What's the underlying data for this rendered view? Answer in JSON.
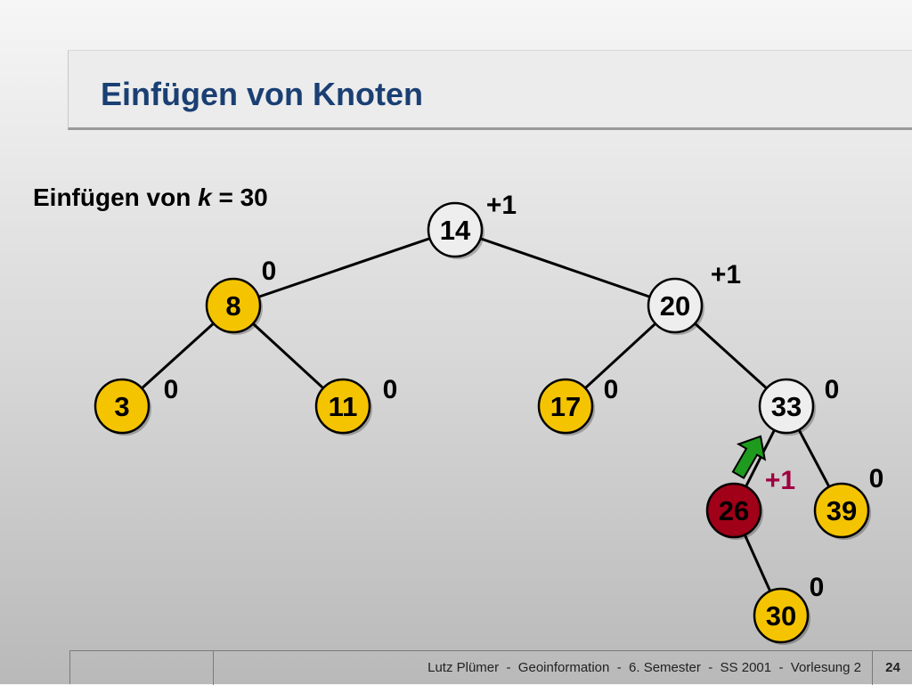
{
  "slide": {
    "title": "Einfügen von Knoten",
    "subtitle_prefix": "Einfügen von ",
    "subtitle_var": "k",
    "subtitle_suffix": " = 30"
  },
  "colors": {
    "title": "#1a3f73",
    "node_yellow": "#f5c400",
    "node_white": "#eeeeee",
    "node_red": "#a00018",
    "balance_black": "#000000",
    "balance_red": "#a00040",
    "arrow_green": "#1e9a1e"
  },
  "tree": {
    "nodes": [
      {
        "id": "n14",
        "label": "14",
        "balance": "+1",
        "style": "white"
      },
      {
        "id": "n8",
        "label": "8",
        "balance": "0",
        "style": "yellow"
      },
      {
        "id": "n20",
        "label": "20",
        "balance": "+1",
        "style": "white"
      },
      {
        "id": "n3",
        "label": "3",
        "balance": "0",
        "style": "yellow"
      },
      {
        "id": "n11",
        "label": "11",
        "balance": "0",
        "style": "yellow"
      },
      {
        "id": "n17",
        "label": "17",
        "balance": "0",
        "style": "yellow"
      },
      {
        "id": "n33",
        "label": "33",
        "balance": "0",
        "style": "white"
      },
      {
        "id": "n26",
        "label": "26",
        "balance": "+1",
        "style": "red"
      },
      {
        "id": "n39",
        "label": "39",
        "balance": "0",
        "style": "yellow"
      },
      {
        "id": "n30",
        "label": "30",
        "balance": "0",
        "style": "yellow"
      }
    ],
    "edges": [
      [
        "n14",
        "n8"
      ],
      [
        "n14",
        "n20"
      ],
      [
        "n8",
        "n3"
      ],
      [
        "n8",
        "n11"
      ],
      [
        "n20",
        "n17"
      ],
      [
        "n20",
        "n33"
      ],
      [
        "n33",
        "n26"
      ],
      [
        "n33",
        "n39"
      ],
      [
        "n26",
        "n30"
      ]
    ],
    "arrow": {
      "from": "n26",
      "to": "n33",
      "icon": "up-arrow-icon"
    }
  },
  "footer": {
    "text": "Lutz Plümer  -  Geoinformation  -  6. Semester  -  SS 2001  -  Vorlesung 2",
    "page": "24"
  }
}
